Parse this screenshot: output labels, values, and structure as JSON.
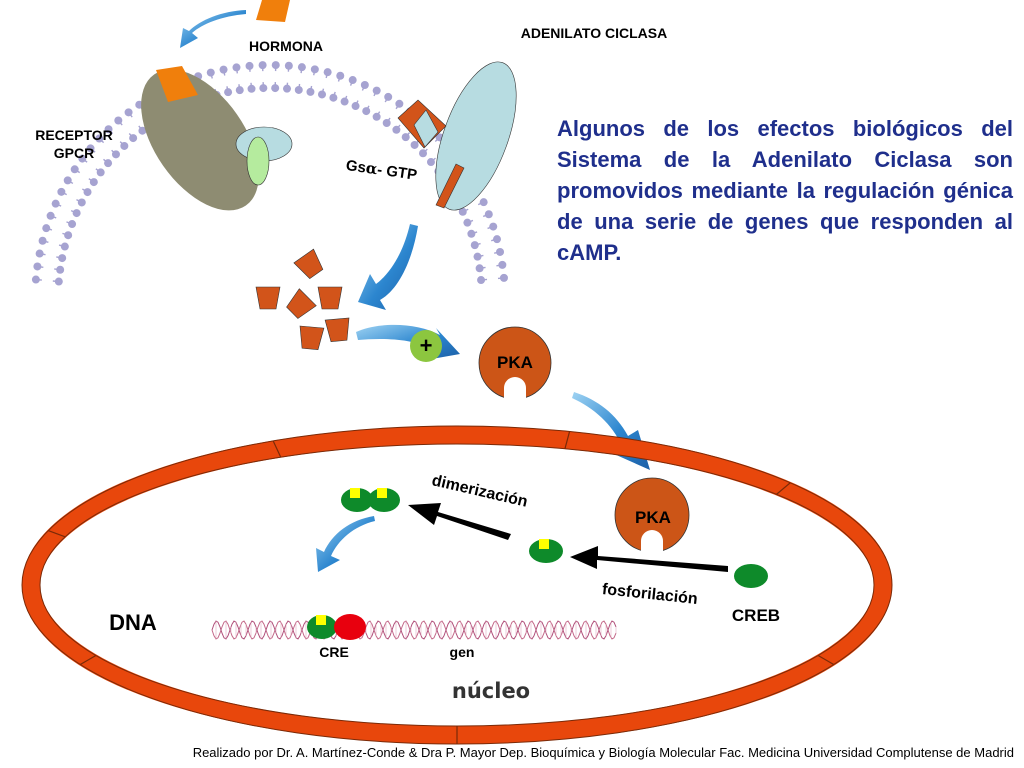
{
  "labels": {
    "hormone": "HORMONA",
    "adenylate_cyclase": "ADENILATO CICLASA",
    "receptor_line1": "RECEPTOR",
    "receptor_line2": "GPCR",
    "gs_gtp_prefix": "Gs",
    "gs_gtp_alpha": "α",
    "gs_gtp_suffix": "- GTP",
    "activation_sign": "+",
    "pka": "PKA",
    "dimerization": "dimerización",
    "phosphorylation": "fosforilación",
    "creb": "CREB",
    "dna": "DNA",
    "cre": "CRE",
    "gene": "gen",
    "nucleus": "núcleo"
  },
  "intro_text": "Algunos de los efectos biológicos del Sistema de la Adenilato Ciclasa son promovidos mediante la regulación génica de una serie de genes que responden al cAMP.",
  "credit": "Realizado por Dr. A. Martínez-Conde & Dra P. Mayor Dep. Bioquímica y Biología Molecular Fac. Medicina Universidad Complutense de Madrid",
  "colors": {
    "camp_orange": "#d2541a",
    "hormone_orange": "#f07f0c",
    "nucleus_red": "#e8470c",
    "pka_orange": "#cc5517",
    "creb_green": "#0e8a2a",
    "phospho_yellow": "#ffff00",
    "cre_red": "#e8000e",
    "intro_blue": "#1f2f8c",
    "arrow_blue": "#2c86cf",
    "membrane_lilac": "#a6a3d1",
    "receptor_gray": "#8e8c72",
    "cyclase_blue": "#b7dce1"
  },
  "icons": [
    "hormone-icon",
    "camp-icon",
    "pka-icon",
    "creb-icon",
    "phosphate-icon",
    "dna-helix-icon"
  ]
}
